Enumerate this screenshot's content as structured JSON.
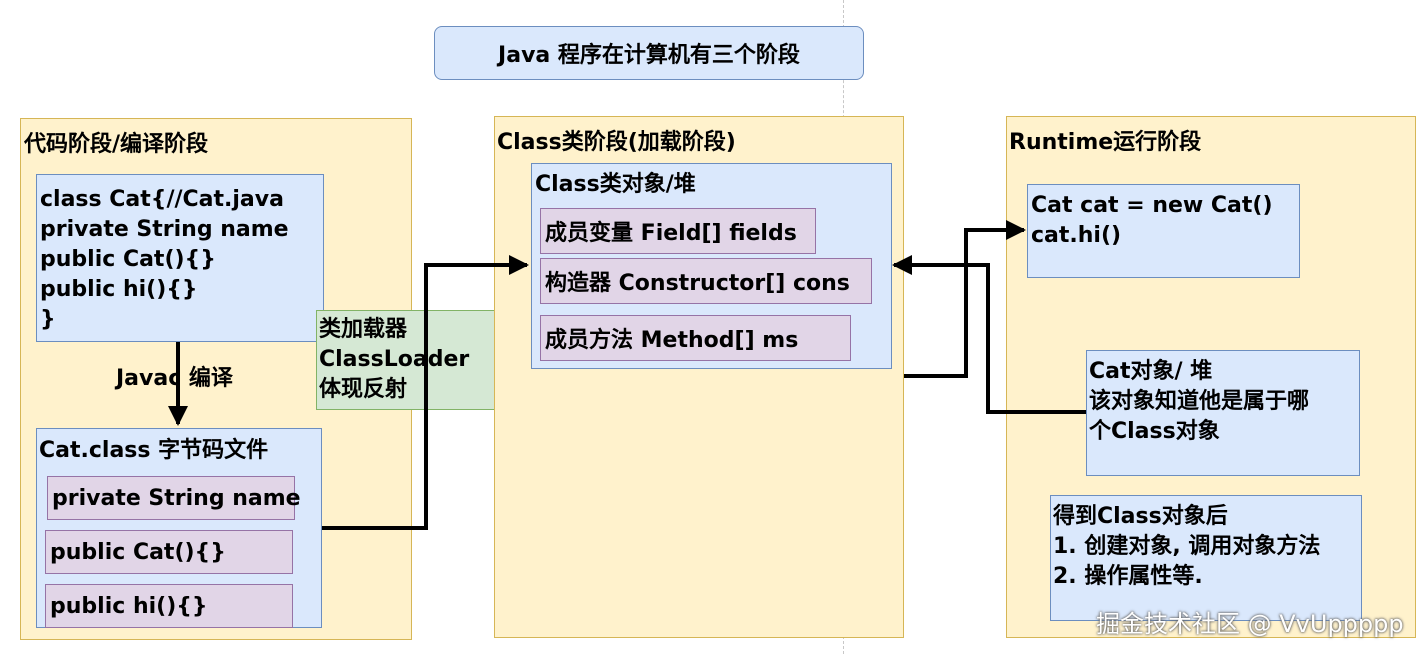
{
  "title": "Java 程序在计算机有三个阶段",
  "stage1": {
    "title": "代码阶段/编译阶段",
    "source_lines": [
      "class Cat{//Cat.java",
      "private String name",
      "public Cat(){}",
      "public hi(){}",
      "}"
    ],
    "compile_label": "Javac 编译",
    "bytecode_title": "Cat.class 字节码文件",
    "bytecode_items": [
      "private String name",
      "public Cat(){}",
      "public hi(){}"
    ]
  },
  "classloader": {
    "lines": [
      "类加载器",
      "ClassLoader",
      "体现反射"
    ]
  },
  "stage2": {
    "title": "Class类阶段(加载阶段)",
    "object_title": "Class类对象/堆",
    "items": [
      "成员变量 Field[] fields",
      "构造器 Constructor[] cons",
      "成员方法 Method[] ms"
    ]
  },
  "stage3": {
    "title": "Runtime运行阶段",
    "code_lines": [
      "Cat cat = new Cat()",
      "cat.hi()"
    ],
    "object_lines": [
      "Cat对象/ 堆",
      "该对象知道他是属于哪",
      "个Class对象"
    ],
    "after_lines": [
      "得到Class对象后",
      "1. 创建对象, 调用对象方法",
      "2. 操作属性等."
    ]
  },
  "watermark": "掘金技术社区 @ VvUppppp"
}
